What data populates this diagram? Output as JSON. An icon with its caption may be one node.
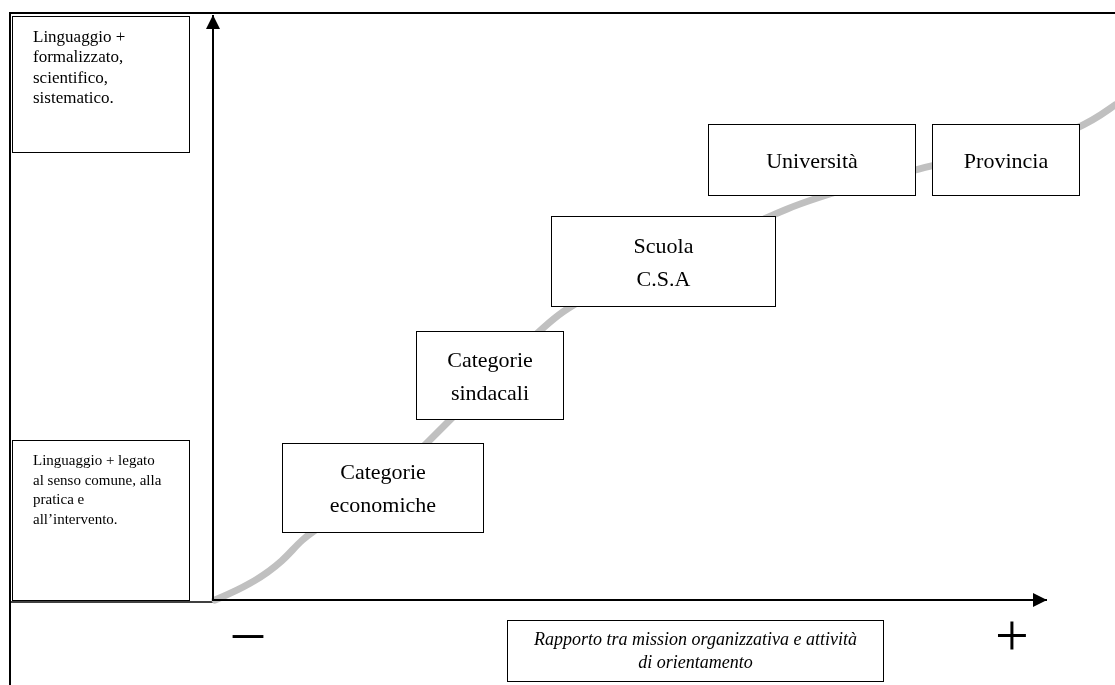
{
  "diagram": {
    "nodes": [
      {
        "text": [
          "Linguaggio + formalizzato, scientifico, sistematico."
        ]
      },
      {
        "text": [
          "Linguaggio + legato al senso comune, alla pratica e all’intervento."
        ]
      },
      {
        "text": [
          "Categorie economiche"
        ]
      },
      {
        "text": [
          "Categorie sindacali"
        ]
      },
      {
        "text": [
          "Scuola C.S.A"
        ]
      },
      {
        "text": [
          "Università"
        ]
      },
      {
        "text": [
          "Provincia"
        ]
      },
      {
        "text": [
          "Rapporto tra mission organizzativa e attività di orientamento"
        ]
      }
    ],
    "labels": [
      "–",
      "+"
    ]
  }
}
